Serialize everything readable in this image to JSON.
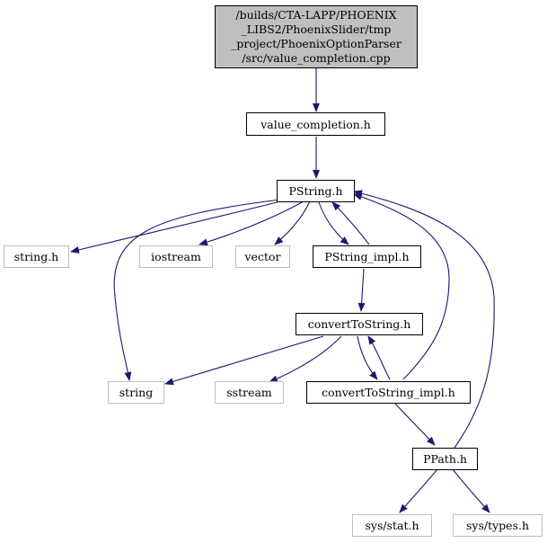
{
  "title_lines": [
    "/builds/CTA-LAPP/PHOENIX",
    "_LIBS2/PhoenixSlider/tmp",
    "_project/PhoenixOptionParser",
    "/src/value_completion.cpp"
  ],
  "nodes": {
    "value_completion_h": "value_completion.h",
    "pstring_h": "PString.h",
    "string_h": "string.h",
    "iostream": "iostream",
    "vector": "vector",
    "pstring_impl_h": "PString_impl.h",
    "converttostring_h": "convertToString.h",
    "string": "string",
    "sstream": "sstream",
    "converttostring_impl_h": "convertToString_impl.h",
    "ppath_h": "PPath.h",
    "sys_stat_h": "sys/stat.h",
    "sys_types_h": "sys/types.h"
  },
  "colors": {
    "edge": "#191970",
    "root_fill": "#bfbfbf",
    "missing_border": "#bfbfbf"
  }
}
